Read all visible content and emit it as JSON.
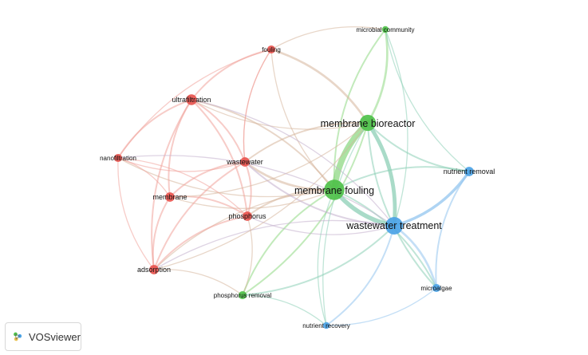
{
  "app": {
    "brand": "VOSviewer"
  },
  "colors": {
    "red": "#e8544e",
    "green": "#4fc14a",
    "blue": "#4ba3e6",
    "edge_red": "#f0a39a",
    "edge_green": "#8fd884",
    "edge_blue": "#93c5ef"
  },
  "network": {
    "nodes": [
      {
        "id": "membrane_fouling",
        "label": "membrane fouling",
        "cluster": "green",
        "weight": 12
      },
      {
        "id": "membrane_bioreactor",
        "label": "membrane bioreactor",
        "cluster": "green",
        "weight": 9
      },
      {
        "id": "microbial_community",
        "label": "microbial community",
        "cluster": "green",
        "weight": 2
      },
      {
        "id": "phosphorus_removal",
        "label": "phosphorus removal",
        "cluster": "green",
        "weight": 3
      },
      {
        "id": "wastewater_treatment",
        "label": "wastewater treatment",
        "cluster": "blue",
        "weight": 10
      },
      {
        "id": "nutrient_removal",
        "label": "nutrient removal",
        "cluster": "blue",
        "weight": 4
      },
      {
        "id": "microalgae",
        "label": "microalgae",
        "cluster": "blue",
        "weight": 3
      },
      {
        "id": "nutrient_recovery",
        "label": "nutrient recovery",
        "cluster": "blue",
        "weight": 2
      },
      {
        "id": "fouling",
        "label": "fouling",
        "cluster": "red",
        "weight": 3
      },
      {
        "id": "ultrafiltration",
        "label": "ultrafiltration",
        "cluster": "red",
        "weight": 5
      },
      {
        "id": "nanofiltration",
        "label": "nanofiltration",
        "cluster": "red",
        "weight": 3
      },
      {
        "id": "wastewater",
        "label": "wastewater",
        "cluster": "red",
        "weight": 4
      },
      {
        "id": "membrane",
        "label": "membrane",
        "cluster": "red",
        "weight": 4
      },
      {
        "id": "phosphorus",
        "label": "phosphorus",
        "cluster": "red",
        "weight": 4
      },
      {
        "id": "adsorption",
        "label": "adsorption",
        "cluster": "red",
        "weight": 4
      }
    ],
    "links": [
      [
        "membrane_fouling",
        "membrane_bioreactor",
        10
      ],
      [
        "membrane_fouling",
        "wastewater_treatment",
        7
      ],
      [
        "membrane_bioreactor",
        "wastewater_treatment",
        6
      ],
      [
        "membrane_bioreactor",
        "microbial_community",
        3
      ],
      [
        "membrane_fouling",
        "microbial_community",
        2
      ],
      [
        "membrane_bioreactor",
        "fouling",
        3
      ],
      [
        "membrane_fouling",
        "fouling",
        1
      ],
      [
        "membrane_bioreactor",
        "nutrient_removal",
        2
      ],
      [
        "membrane_fouling",
        "nutrient_removal",
        2
      ],
      [
        "wastewater_treatment",
        "nutrient_removal",
        4
      ],
      [
        "wastewater_treatment",
        "microalgae",
        3
      ],
      [
        "nutrient_removal",
        "microalgae",
        2
      ],
      [
        "wastewater_treatment",
        "nutrient_recovery",
        2
      ],
      [
        "membrane_fouling",
        "nutrient_recovery",
        1
      ],
      [
        "microalgae",
        "nutrient_recovery",
        1
      ],
      [
        "membrane_bioreactor",
        "microalgae",
        2
      ],
      [
        "membrane_fouling",
        "microalgae",
        2
      ],
      [
        "membrane_fouling",
        "phosphorus_removal",
        2
      ],
      [
        "membrane_bioreactor",
        "phosphorus_removal",
        2
      ],
      [
        "phosphorus_removal",
        "wastewater_treatment",
        2
      ],
      [
        "phosphorus_removal",
        "nutrient_recovery",
        1
      ],
      [
        "membrane_fouling",
        "ultrafiltration",
        2
      ],
      [
        "membrane_fouling",
        "wastewater",
        3
      ],
      [
        "membrane_fouling",
        "phosphorus",
        2
      ],
      [
        "membrane_fouling",
        "membrane",
        1
      ],
      [
        "membrane_fouling",
        "adsorption",
        1
      ],
      [
        "membrane_fouling",
        "nanofiltration",
        1
      ],
      [
        "membrane_bioreactor",
        "wastewater",
        2
      ],
      [
        "membrane_bioreactor",
        "ultrafiltration",
        1
      ],
      [
        "wastewater",
        "wastewater_treatment",
        2
      ],
      [
        "ultrafiltration",
        "fouling",
        2
      ],
      [
        "ultrafiltration",
        "nanofiltration",
        2
      ],
      [
        "ultrafiltration",
        "wastewater",
        2
      ],
      [
        "ultrafiltration",
        "membrane",
        2
      ],
      [
        "ultrafiltration",
        "phosphorus",
        2
      ],
      [
        "ultrafiltration",
        "adsorption",
        2
      ],
      [
        "nanofiltration",
        "fouling",
        1
      ],
      [
        "nanofiltration",
        "wastewater",
        1
      ],
      [
        "nanofiltration",
        "membrane",
        1
      ],
      [
        "nanofiltration",
        "adsorption",
        1
      ],
      [
        "nanofiltration",
        "phosphorus",
        1
      ],
      [
        "wastewater",
        "membrane",
        2
      ],
      [
        "wastewater",
        "phosphorus",
        2
      ],
      [
        "wastewater",
        "adsorption",
        2
      ],
      [
        "wastewater",
        "fouling",
        1
      ],
      [
        "membrane",
        "adsorption",
        2
      ],
      [
        "membrane",
        "phosphorus",
        2
      ],
      [
        "phosphorus",
        "adsorption",
        2
      ],
      [
        "phosphorus",
        "phosphorus_removal",
        1
      ],
      [
        "phosphorus",
        "wastewater_treatment",
        1
      ],
      [
        "fouling",
        "microbial_community",
        1
      ],
      [
        "fouling",
        "wastewater",
        1
      ],
      [
        "adsorption",
        "wastewater_treatment",
        1
      ],
      [
        "adsorption",
        "membrane_bioreactor",
        1
      ],
      [
        "ultrafiltration",
        "wastewater_treatment",
        1
      ],
      [
        "membrane",
        "membrane_bioreactor",
        1
      ],
      [
        "microbial_community",
        "wastewater_treatment",
        1
      ],
      [
        "microbial_community",
        "nutrient_removal",
        1
      ],
      [
        "nutrient_recovery",
        "membrane_bioreactor",
        1
      ],
      [
        "phosphorus_removal",
        "adsorption",
        1
      ],
      [
        "nanofiltration",
        "wastewater_treatment",
        1
      ]
    ]
  }
}
